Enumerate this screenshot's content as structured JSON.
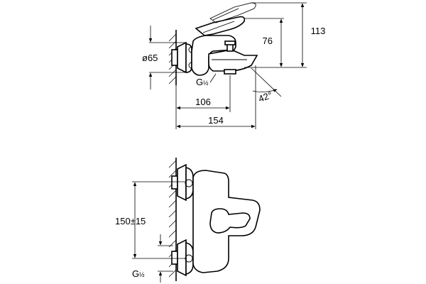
{
  "side_view": {
    "dims": {
      "height_total": "113",
      "height_spout": "76",
      "diameter": "ø65",
      "thread": "G",
      "thread_frac": "½",
      "angle": "42°",
      "depth_spout": "106",
      "depth_total": "154"
    }
  },
  "front_view": {
    "dims": {
      "center_distance": "150±15",
      "thread": "G",
      "thread_frac": "½"
    }
  }
}
